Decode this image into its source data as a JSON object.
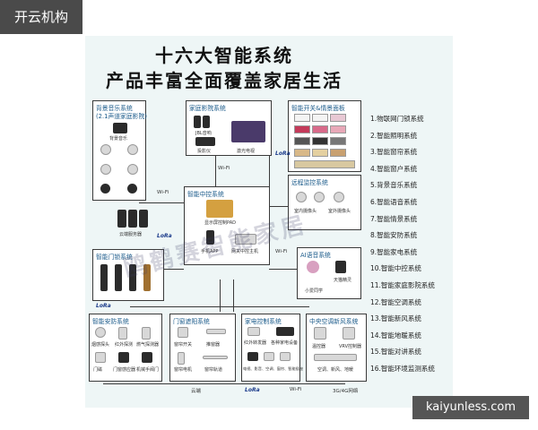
{
  "corner_badge": "开云机构",
  "footer_badge": "kaiyunless.com",
  "title_line1": "十六大智能系统",
  "title_line2": "产品丰富全面覆盖家居生活",
  "system_list": [
    "1.物联网门锁系统",
    "2.智能照明系统",
    "3.智能窗帘系统",
    "4.智能窗户系统",
    "5.背景音乐系统",
    "6.智能语音系统",
    "7.智能情景系统",
    "8.智能安防系统",
    "9.智能家电系统",
    "10.智能中控系统",
    "11.智能家庭影院系统",
    "12.智能空调系统",
    "13.智能新风系统",
    "14.智能地暖系统",
    "15.智能对讲系统",
    "16.智能环境监测系统"
  ],
  "boxes": {
    "music": "背景音乐系统",
    "music_sub": "(2.1声道家庭影院)",
    "cinema": "家庭影院系统",
    "switch": "智能开关&情景面板",
    "control": "智能中控系统",
    "monitor": "远程监控系统",
    "voice": "AI语音系统",
    "lock": "智能门锁系统",
    "security": "智能安防系统",
    "curtain": "门窗遮阳系统",
    "appliance": "家电控制系统",
    "hvac": "中央空调新风系统"
  },
  "captions": {
    "music_host": "背景音乐",
    "cinema_speaker": "JBL音响",
    "cinema_projector": "投影仪",
    "cinema_tv": "激光电视",
    "control_pad": "显示屏控制PAD",
    "control_app": "手机APP",
    "control_gateway": "网关中控主机",
    "server": "云端服务器",
    "voice_speaker": "小爱同学",
    "voice_speaker2": "天猫精灵",
    "sec_1": "烟感探头",
    "sec_2": "红外探测",
    "sec_3": "燃气探测器",
    "sec_4": "门磁",
    "sec_5": "门窗感应器",
    "sec_6": "机械手阀门",
    "cur_1": "窗帘开关",
    "cur_2": "推窗器",
    "cur_3": "窗帘电机",
    "cur_4": "窗帘轨道",
    "app_1": "红外转发器",
    "app_2": "各种家电设备",
    "app_3": "电视、影音、空调、窗帘、智能插座",
    "hvac_1": "温控器",
    "hvac_2": "VRV控制器",
    "hvac_3": "空调、新风、地暖",
    "mon_1": "室内摄像头",
    "mon_2": "室外摄像头"
  },
  "network": {
    "wifi": "Wi-Fi",
    "lora": "LoRa",
    "yunduan": "云端",
    "net_4g": "3G/4G网络"
  },
  "watermark": "鸥鹤赛智能家居"
}
